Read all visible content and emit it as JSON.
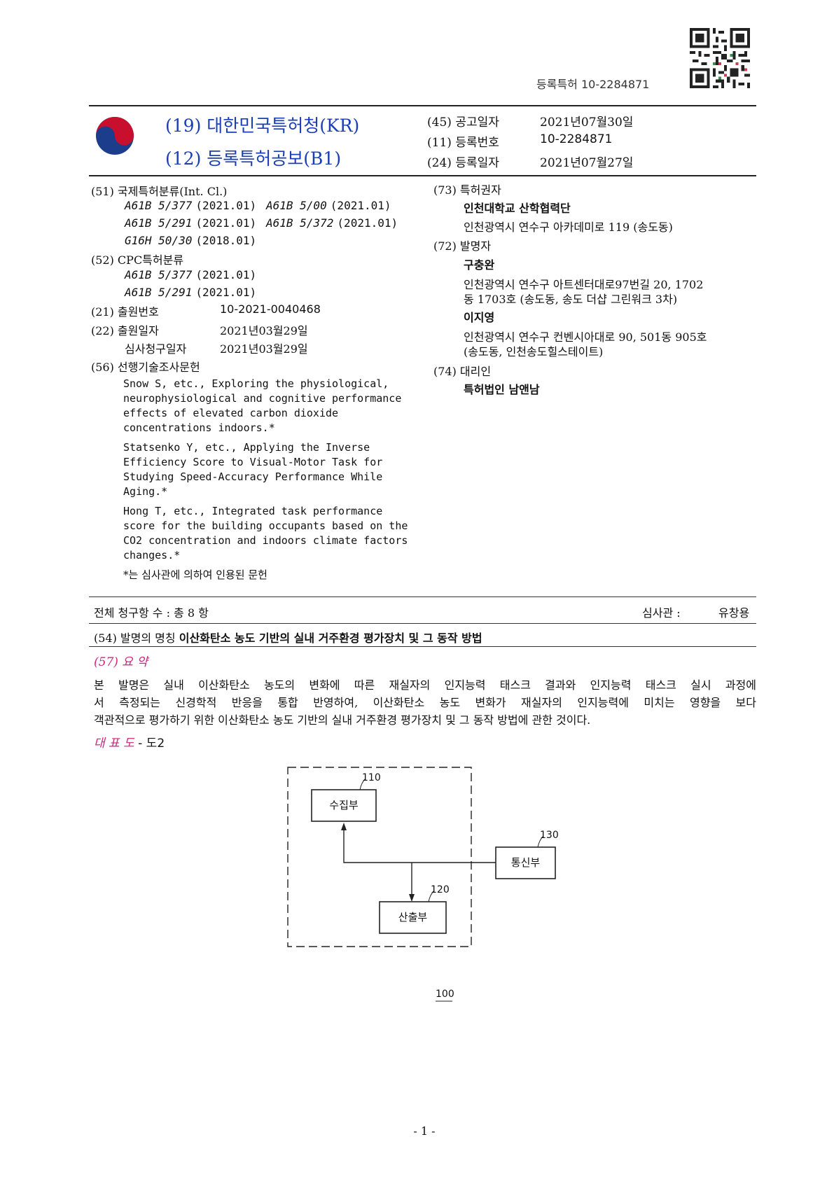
{
  "header": {
    "doc_label": "등록특허 10-2284871"
  },
  "office": {
    "line19_num": "(19)",
    "line19_text": "대한민국특허청(KR)",
    "line12_num": "(12)",
    "line12_text": "등록특허공보(B1)"
  },
  "pub": {
    "rows": [
      {
        "code": "(45)",
        "label": "공고일자",
        "value": "2021년07월30일"
      },
      {
        "code": "(11)",
        "label": "등록번호",
        "value": "10-2284871"
      },
      {
        "code": "(24)",
        "label": "등록일자",
        "value": "2021년07월27일"
      }
    ]
  },
  "left": {
    "ipc_head": "(51) 국제특허분류(Int. Cl.)",
    "ipc": [
      {
        "code": "A61B 5/377",
        "ver": "(2021.01)"
      },
      {
        "code": "A61B 5/00",
        "ver": "(2021.01)"
      },
      {
        "code": "A61B 5/291",
        "ver": "(2021.01)"
      },
      {
        "code": "A61B 5/372",
        "ver": "(2021.01)"
      },
      {
        "code": "G16H 50/30",
        "ver": "(2018.01)"
      }
    ],
    "cpc_head": "(52) CPC특허분류",
    "cpc": [
      {
        "code": "A61B 5/377",
        "ver": "(2021.01)"
      },
      {
        "code": "A61B 5/291",
        "ver": "(2021.01)"
      }
    ],
    "app_no_label": "(21) 출원번호",
    "app_no": "10-2021-0040468",
    "app_date_label": "(22) 출원일자",
    "app_date": "2021년03월29일",
    "exam_label": "심사청구일자",
    "exam_date": "2021년03월29일",
    "prior_head": "(56) 선행기술조사문헌",
    "prior": [
      [
        "Snow S, etc., Exploring the physiological,",
        "neurophysiological and cognitive performance",
        "effects of elevated carbon dioxide",
        "concentrations indoors.*"
      ],
      [
        "Statsenko Y, etc., Applying the Inverse",
        "Efficiency Score to Visual-Motor Task for",
        "Studying Speed-Accuracy Performance While",
        "Aging.*"
      ],
      [
        "Hong T, etc., Integrated task performance",
        "score for the building occupants based on the",
        "CO2 concentration and indoors climate factors",
        "changes.*"
      ]
    ],
    "prior_note": "*는 심사관에 의하여 인용된 문헌"
  },
  "right": {
    "owner_head": "(73) 특허권자",
    "owner_name": "인천대학교 산학협력단",
    "owner_addr": "인천광역시 연수구  아카데미로  119 (송도동)",
    "inventor_head": "(72) 발명자",
    "inv1_name": "구충완",
    "inv1_addr1": "인천광역시 연수구 아트센터대로97번길 20, 1702",
    "inv1_addr2": "동 1703호 (송도동, 송도 더샵 그린워크 3차)",
    "inv2_name": "이지영",
    "inv2_addr1": "인천광역시 연수구 컨벤시아대로 90, 501동 905호",
    "inv2_addr2": "(송도동, 인천송도힐스테이트)",
    "agent_head": "(74) 대리인",
    "agent_name": "특허법인 남앤남"
  },
  "claims": {
    "count_text": "전체 청구항 수 : 총  8  항",
    "examiner_label": "심사관 :",
    "examiner_name": "유창용"
  },
  "title": {
    "label": "(54) 발명의 명칭",
    "text": "이산화탄소 농도 기반의 실내 거주환경 평가장치 및 그 동작 방법"
  },
  "abstract": {
    "head": "(57) 요 약",
    "lines": [
      "본 발명은 실내 이산화탄소 농도의 변화에 따른 재실자의 인지능력 태스크 결과와 인지능력 태스크 실시 과정에",
      "서 측정되는 신경학적 반응을 통합 반영하여, 이산화탄소 농도 변화가 재실자의 인지능력에 미치는 영향을 보다",
      "객관적으로 평가하기 위한 이산화탄소 농도 기반의 실내 거주환경 평가장치 및 그 동작 방법에 관한 것이다."
    ],
    "rep_label": "대 표 도",
    "rep_value": "- 도2"
  },
  "figure": {
    "box1_label": "수집부",
    "box1_ref": "110",
    "box2_label": "산출부",
    "box2_ref": "120",
    "box3_label": "통신부",
    "box3_ref": "130",
    "device_ref": "100"
  },
  "footer": {
    "page": "- 1 -"
  }
}
